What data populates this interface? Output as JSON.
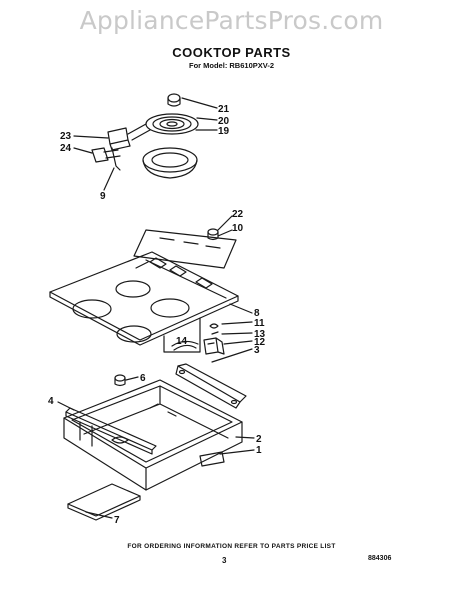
{
  "watermark": "AppliancePartsPros.com",
  "title": "COOKTOP PARTS",
  "model": "For Model: RB610PXV-2",
  "callouts": [
    "21",
    "20",
    "19",
    "23",
    "24",
    "9",
    "22",
    "10",
    "8",
    "11",
    "13",
    "12",
    "3",
    "14",
    "6",
    "4",
    "2",
    "1",
    "7"
  ],
  "footer": {
    "ordering_note": "FOR ORDERING INFORMATION REFER TO PARTS PRICE LIST",
    "page_number": "3",
    "doc_id": "884306"
  },
  "colors": {
    "line": "#1a1a1a",
    "watermark": "#c9c9c9"
  }
}
